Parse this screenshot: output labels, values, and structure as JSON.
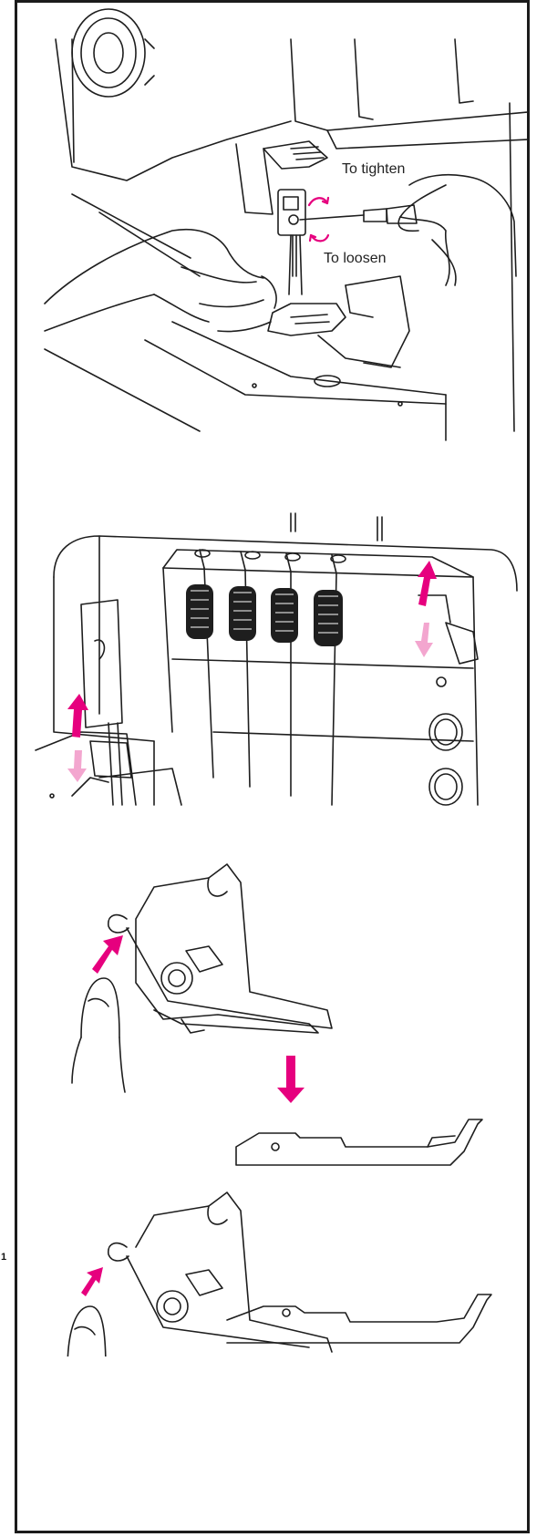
{
  "labels": {
    "tighten": "To tighten",
    "loosen": "To loosen"
  },
  "page_number": "1",
  "colors": {
    "arrow_accent": "#e6007e",
    "arrow_light": "#f3a6cf",
    "ink": "#1e1e1e",
    "frame": "#1b1b1b"
  },
  "icons": {
    "rotate_clockwise": "curved-arrow-icon",
    "rotate_counterclockwise": "curved-arrow-icon",
    "press_arrow": "arrow-icon"
  }
}
